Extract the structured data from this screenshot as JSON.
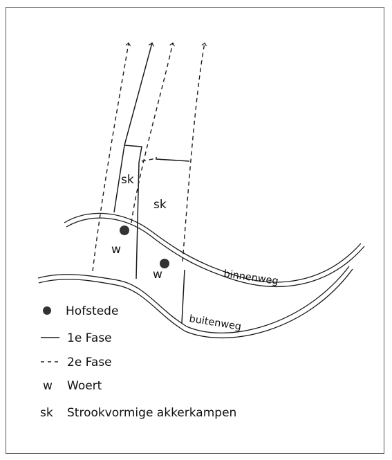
{
  "diagram": {
    "labels": {
      "sk_top": "sk",
      "sk_mid": "sk",
      "w_left": "w",
      "w_right": "w",
      "binnenweg": "binnenweg",
      "buitenweg": "buitenweg"
    },
    "colors": {
      "line": "#1a1a1a",
      "dot": "#333333",
      "border": "#555555"
    }
  },
  "legend": [
    {
      "symbol": "filled-dot",
      "label": "Hofstede"
    },
    {
      "symbol": "solid-line",
      "label": "1e Fase"
    },
    {
      "symbol": "dashed-line",
      "label": "2e Fase"
    },
    {
      "symbol": "text-w",
      "key": "w",
      "label": "Woert"
    },
    {
      "symbol": "text-sk",
      "key": "sk",
      "label": "Strookvormige akkerkampen"
    }
  ]
}
